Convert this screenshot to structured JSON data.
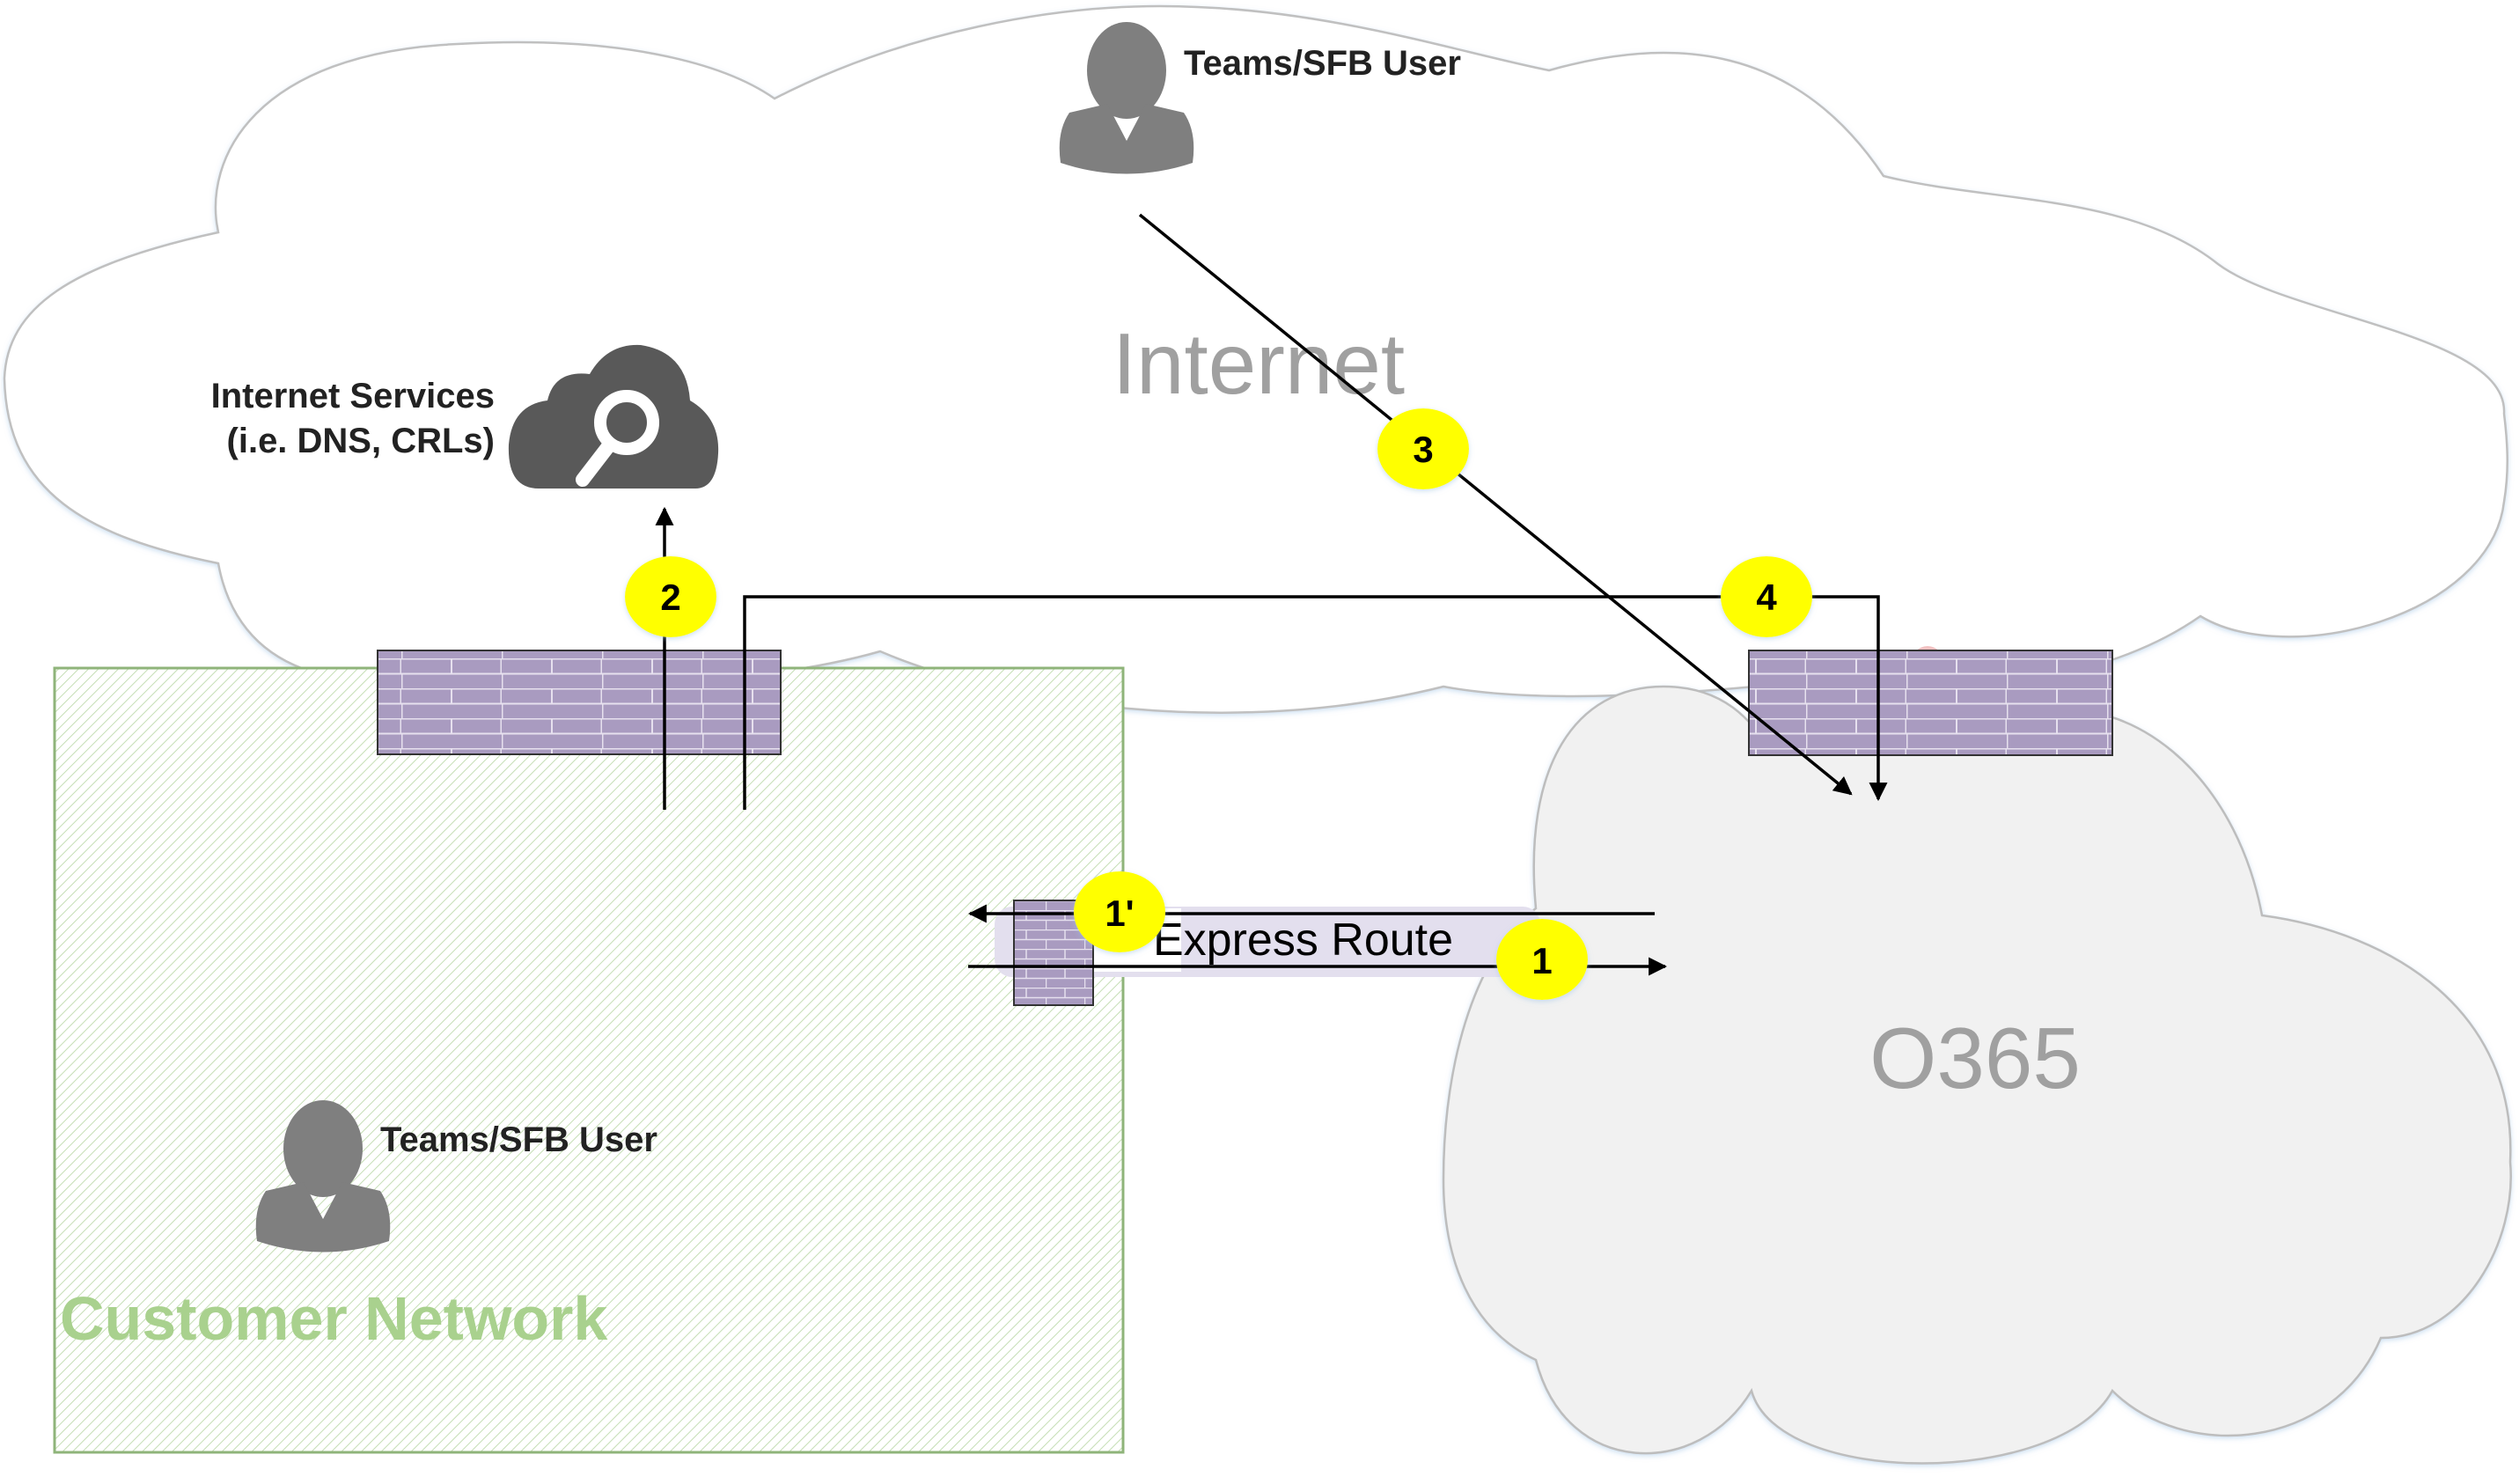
{
  "diagram": {
    "zones": {
      "internet": "Internet",
      "o365": "O365",
      "customer_network": "Customer Network"
    },
    "nodes": {
      "internet_user": "Teams/SFB User",
      "customer_user": "Teams/SFB User",
      "internet_services_line1": "Internet Services",
      "internet_services_line2": "(i.e. DNS, CRLs)",
      "express_route": "Express Route"
    },
    "steps": [
      {
        "id": "1",
        "label": "1",
        "description": "Customer network to O365 via Express Route"
      },
      {
        "id": "1p",
        "label": "1'",
        "description": "O365 to customer network via Express Route"
      },
      {
        "id": "2",
        "label": "2",
        "description": "Customer network to Internet Services through firewall"
      },
      {
        "id": "3",
        "label": "3",
        "description": "Internet user to O365 through O365 firewall"
      },
      {
        "id": "4",
        "label": "4",
        "description": "Customer network to O365 via Internet"
      }
    ],
    "colors": {
      "step_marker": "#ffff00",
      "firewall": "#a99bc0",
      "customer_network_border": "#8fb47a",
      "customer_network_label": "#a9d18e",
      "cloud_outline": "#c0c0c0",
      "o365_fill": "#f1f1f1",
      "icon_gray": "#7f7f7f",
      "services_icon": "#595959"
    }
  }
}
